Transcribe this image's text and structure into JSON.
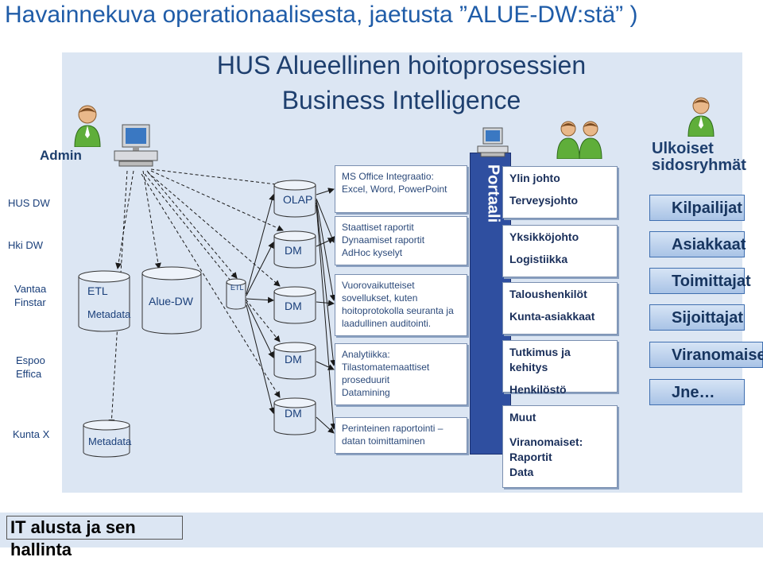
{
  "page_title": "Havainnekuva operationaalisesta, jaetusta ”ALUE-DW:stä” )",
  "main_title": [
    "HUS Alueellinen hoitoprosessien",
    "Business Intelligence"
  ],
  "admin_label": "Admin",
  "sources": [
    {
      "label": "HUS DW"
    },
    {
      "label": "Hki DW"
    },
    {
      "label": "Vantaa Finstar"
    },
    {
      "label": "Espoo Effica"
    },
    {
      "label": "Kunta X"
    }
  ],
  "etl_main": "ETL",
  "metadata_main": "Metadata",
  "metadata_lower": "Metadata",
  "alue_dw": "Alue-DW",
  "etl_small": "ETL",
  "marts": [
    {
      "label": "OLAP"
    },
    {
      "label": "DM"
    },
    {
      "label": "DM"
    },
    {
      "label": "DM"
    },
    {
      "label": "DM"
    }
  ],
  "applications": [
    {
      "lines": [
        "MS Office Integraatio:",
        "Excel, Word, PowerPoint"
      ]
    },
    {
      "lines": [
        "Staattiset raportit",
        "Dynaamiset raportit",
        "AdHoc kyselyt"
      ]
    },
    {
      "lines": [
        "Vuorovaikutteiset",
        "sovellukset, kuten",
        "hoitoprotokolla seuranta ja",
        "laadullinen auditointi."
      ]
    },
    {
      "lines": [
        "Analytiikka:",
        "Tilastomatemaattiset",
        "proseduurit",
        "Datamining"
      ]
    },
    {
      "lines": [
        "Perinteinen raportointi –",
        "datan toimittaminen"
      ]
    }
  ],
  "portal_label": "Portaali",
  "roles": [
    {
      "lines": [
        "Ylin johto",
        "Terveysjohto"
      ]
    },
    {
      "lines": [
        "Yksikköjohto",
        "Logistiikka"
      ]
    },
    {
      "lines": [
        "Taloushenkilöt",
        "Kunta-asiakkaat"
      ]
    },
    {
      "lines": [
        "Tutkimus ja kehitys",
        "Henkilöstö"
      ]
    },
    {
      "lines": [
        "Muut",
        "Viranomaiset:",
        "Raportit",
        "Data"
      ]
    }
  ],
  "external_title": [
    "Ulkoiset",
    "sidosryhmät"
  ],
  "external_groups": [
    "Kilpailijat",
    "Asiakkaat",
    "Toimittajat",
    "Sijoittajat",
    "Viranomaise",
    "Jne…"
  ],
  "it_label": "IT alusta ja sen hallinta",
  "colors": {
    "title_blue": "#1f5ca8",
    "portal": "#2f4fa0",
    "panel": "#dce6f3"
  }
}
